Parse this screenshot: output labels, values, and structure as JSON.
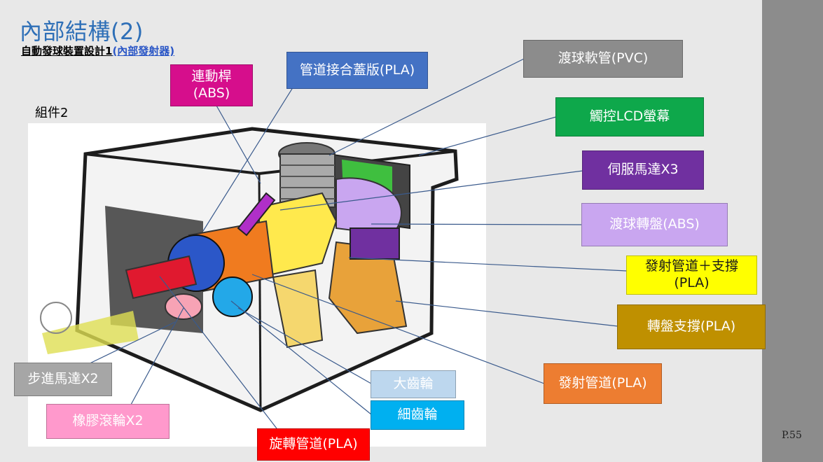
{
  "slide": {
    "title": "內部結構(2)",
    "subtitle_main": "自動發球裝置設計1",
    "subtitle_paren": "(內部發射器)",
    "group_label": "組件2",
    "page_number": "P.55"
  },
  "callouts": [
    {
      "id": "linkage-rod",
      "line1": "連動桿",
      "line2": "(ABS)",
      "color": "#d60e8c",
      "text_tone": "dark"
    },
    {
      "id": "pipe-cover",
      "line1": "管道接合蓋版(PLA)",
      "line2": "",
      "color": "#4472c4",
      "text_tone": "dark"
    },
    {
      "id": "hose",
      "line1": "渡球軟管(PVC)",
      "line2": "",
      "color": "#8c8c8c",
      "text_tone": "dark"
    },
    {
      "id": "lcd",
      "line1": "觸控LCD螢幕",
      "line2": "",
      "color": "#0ea84b",
      "text_tone": "dark"
    },
    {
      "id": "servo",
      "line1": "伺服馬達X3",
      "line2": "",
      "color": "#7030a0",
      "text_tone": "dark"
    },
    {
      "id": "turntable",
      "line1": "渡球轉盤(ABS)",
      "line2": "",
      "color": "#c9a6f0",
      "text_tone": "dark"
    },
    {
      "id": "launch-pipe-support",
      "line1": "發射管道＋支撐",
      "line2": "(PLA)",
      "color": "#ffff00",
      "text_tone": "light"
    },
    {
      "id": "turntable-support",
      "line1": "轉盤支撐(PLA)",
      "line2": "",
      "color": "#bf9000",
      "text_tone": "dark"
    },
    {
      "id": "launch-pipe",
      "line1": "發射管道(PLA)",
      "line2": "",
      "color": "#ed7d31",
      "text_tone": "dark"
    },
    {
      "id": "big-gear",
      "line1": "大齒輪",
      "line2": "",
      "color": "#bdd7ee",
      "text_tone": "dark"
    },
    {
      "id": "small-gear",
      "line1": "細齒輪",
      "line2": "",
      "color": "#00b0f0",
      "text_tone": "dark"
    },
    {
      "id": "rotating-pipe",
      "line1": "旋轉管道(PLA)",
      "line2": "",
      "color": "#ff0000",
      "text_tone": "dark"
    },
    {
      "id": "rubber-wheel",
      "line1": "橡膠滾輪X2",
      "line2": "",
      "color": "#ff99cc",
      "text_tone": "dark"
    },
    {
      "id": "stepper",
      "line1": "步進馬達X2",
      "line2": "",
      "color": "#a6a6a6",
      "text_tone": "dark"
    }
  ]
}
